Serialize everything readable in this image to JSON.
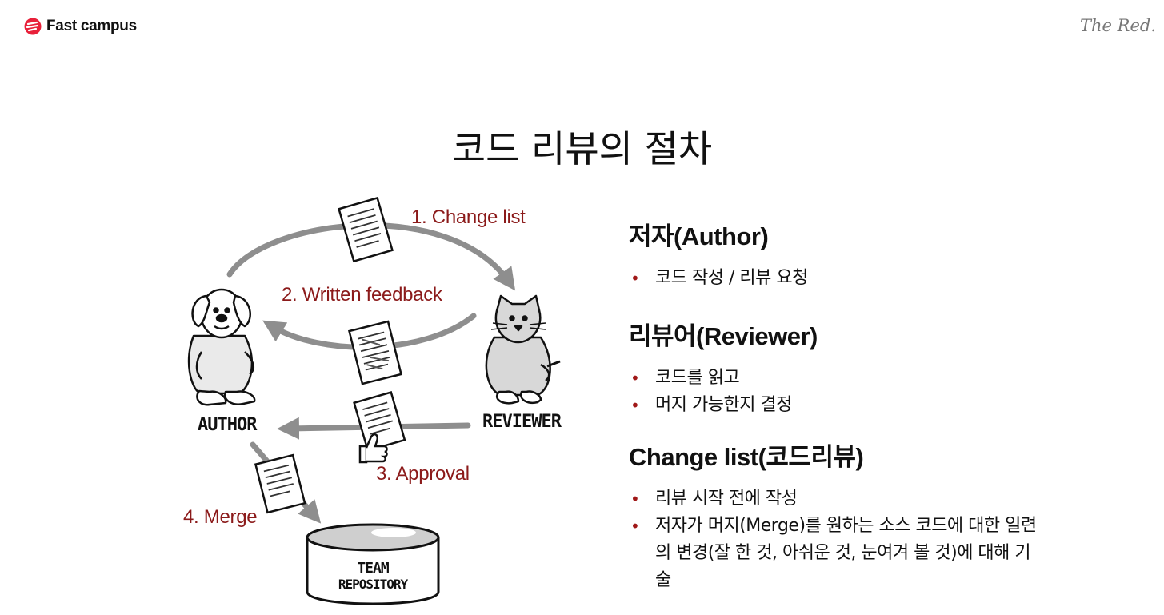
{
  "header": {
    "logo_text": "Fast campus",
    "signature": "The Red."
  },
  "slide": {
    "title": "코드 리뷰의 절차"
  },
  "diagram": {
    "steps": [
      {
        "label": "1. Change list"
      },
      {
        "label": "2. Written feedback"
      },
      {
        "label": "3. Approval"
      },
      {
        "label": "4. Merge"
      }
    ],
    "author_label": "AUTHOR",
    "reviewer_label": "REVIEWER",
    "repo_label_line1": "TEAM",
    "repo_label_line2": "REPOSITORY"
  },
  "sections": [
    {
      "heading": "저자(Author)",
      "bullets": [
        "코드 작성 / 리뷰 요청"
      ]
    },
    {
      "heading": "리뷰어(Reviewer)",
      "bullets": [
        "코드를 읽고",
        "머지 가능한지 결정"
      ]
    },
    {
      "heading": "Change list(코드리뷰)",
      "bullets": [
        "리뷰 시작 전에 작성",
        "저자가 머지(Merge)를 원하는 소스 코드에 대한 일련의 변경(잘 한 것, 아쉬운 것, 눈여겨 볼 것)에 대해 기술"
      ]
    }
  ],
  "colors": {
    "accent": "#8b1a1a",
    "arrow": "#8e8e8e",
    "logo_red": "#e8203a"
  }
}
